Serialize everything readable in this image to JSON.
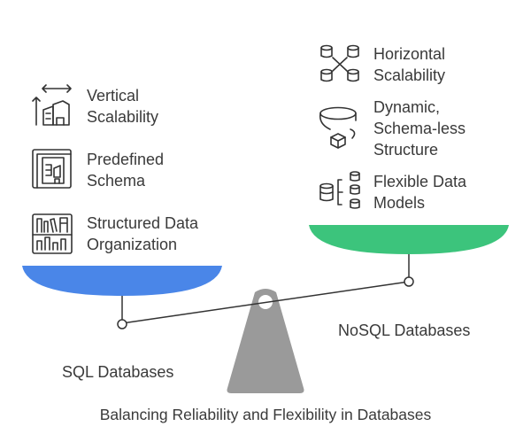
{
  "caption": "Balancing Reliability and Flexibility in Databases",
  "left_side": {
    "name": "SQL Databases",
    "pan_color": "#4a86e8",
    "items": [
      {
        "icon": "vertical-scalability-icon",
        "line1": "Vertical",
        "line2": "Scalability"
      },
      {
        "icon": "predefined-schema-icon",
        "line1": "Predefined",
        "line2": "Schema"
      },
      {
        "icon": "structured-data-icon",
        "line1": "Structured Data",
        "line2": "Organization"
      }
    ]
  },
  "right_side": {
    "name": "NoSQL Databases",
    "pan_color": "#3cc47c",
    "items": [
      {
        "icon": "horizontal-scalability-icon",
        "line1": "Horizontal",
        "line2": "Scalability"
      },
      {
        "icon": "dynamic-structure-icon",
        "line1": "Dynamic,",
        "line2": "Schema-less",
        "line3": "Structure"
      },
      {
        "icon": "flexible-data-models-icon",
        "line1": "Flexible Data",
        "line2": "Models"
      }
    ]
  },
  "colors": {
    "fulcrum": "#9a9a9a",
    "beam": "#333333",
    "text": "#3a3a3a"
  }
}
